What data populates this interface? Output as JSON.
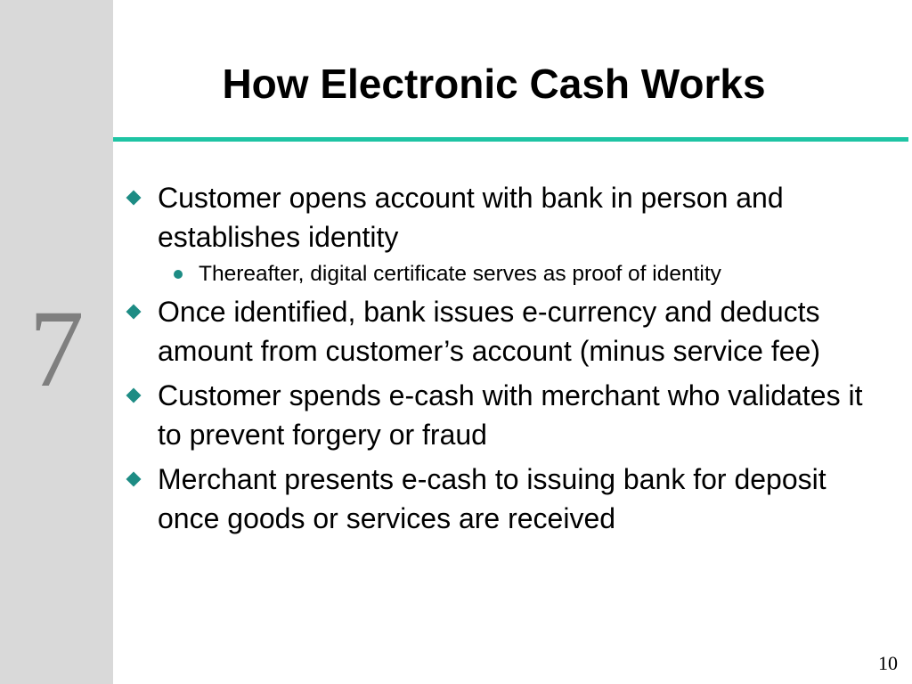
{
  "slide": {
    "chapter_number": "7",
    "title": "How Electronic Cash Works",
    "page_number": "10",
    "accent_color": "#1ec4a4",
    "bullet_color": "#1d8c84",
    "sidebar_color": "#d9d9d9"
  },
  "bullets": [
    {
      "level": 1,
      "text": "Customer opens account with bank in person and establishes identity",
      "icon": "diamond-bullet-icon"
    },
    {
      "level": 2,
      "text": "Thereafter, digital certificate serves as proof of identity",
      "icon": "dot-bullet-icon"
    },
    {
      "level": 1,
      "text": "Once identified, bank issues e-currency and deducts amount from customer’s account (minus service fee)",
      "icon": "diamond-bullet-icon"
    },
    {
      "level": 1,
      "text": "Customer spends e-cash with merchant who validates it to prevent forgery or fraud",
      "icon": "diamond-bullet-icon"
    },
    {
      "level": 1,
      "text": "Merchant presents e-cash to issuing bank for deposit once goods or services are received",
      "icon": "diamond-bullet-icon"
    }
  ]
}
